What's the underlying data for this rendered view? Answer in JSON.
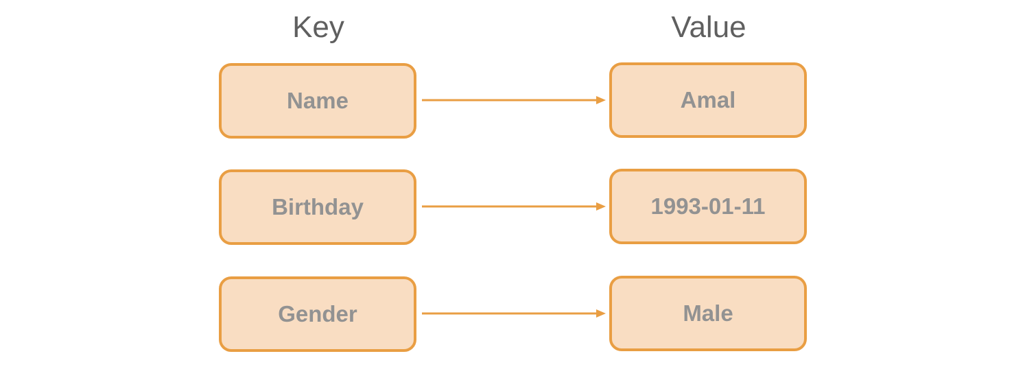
{
  "headers": {
    "key": "Key",
    "value": "Value"
  },
  "colors": {
    "border": "#E99E43",
    "fill": "#F9DDC2",
    "text": "#929292",
    "header": "#5f5f5f",
    "arrow": "#E99E43"
  },
  "rows": [
    {
      "key": "Name",
      "value": "Amal"
    },
    {
      "key": "Birthday",
      "value": "1993-01-11"
    },
    {
      "key": "Gender",
      "value": "Male"
    }
  ]
}
